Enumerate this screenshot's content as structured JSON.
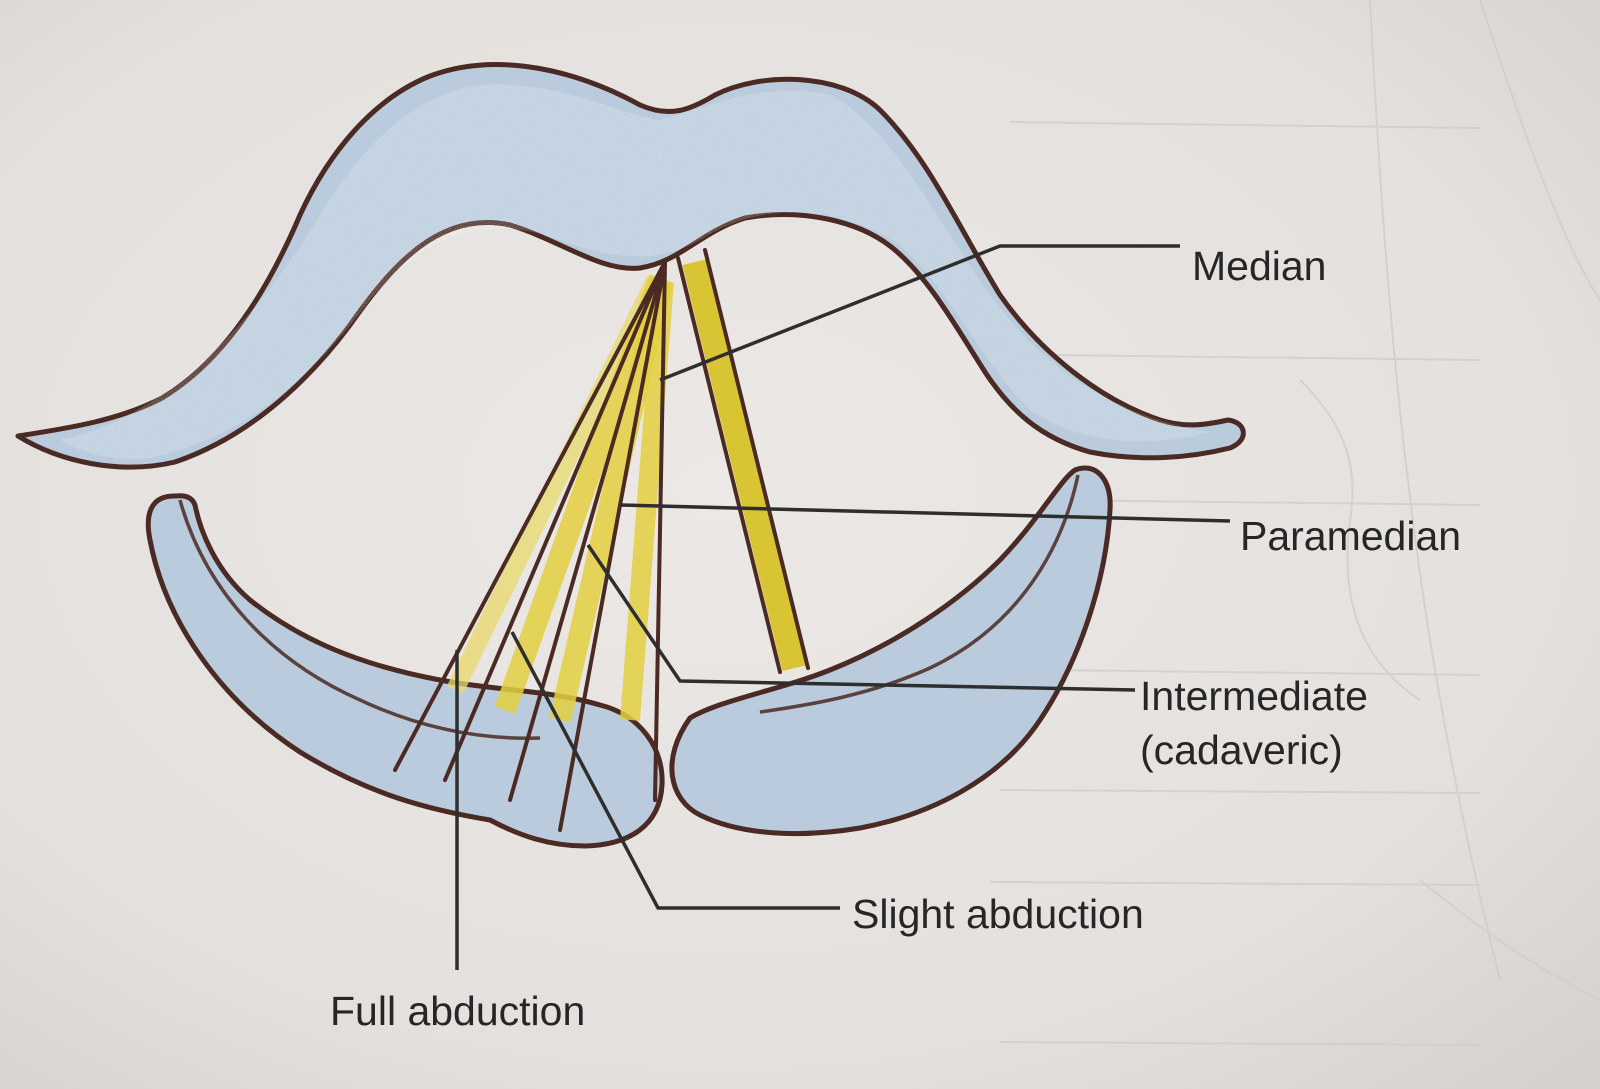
{
  "labels": {
    "median": "Median",
    "paramedian": "Paramedian",
    "intermediate_line1": "Intermediate",
    "intermediate_line2": "(cadaveric)",
    "slight_abduction": "Slight abduction",
    "full_abduction": "Full abduction"
  },
  "colors": {
    "paper": "#e6e2df",
    "cartilage_fill": "#b9cbdc",
    "outline": "#4a2a22",
    "cord_yellow": "#e3d040",
    "leader": "#2e2e2e",
    "text": "#262626"
  }
}
